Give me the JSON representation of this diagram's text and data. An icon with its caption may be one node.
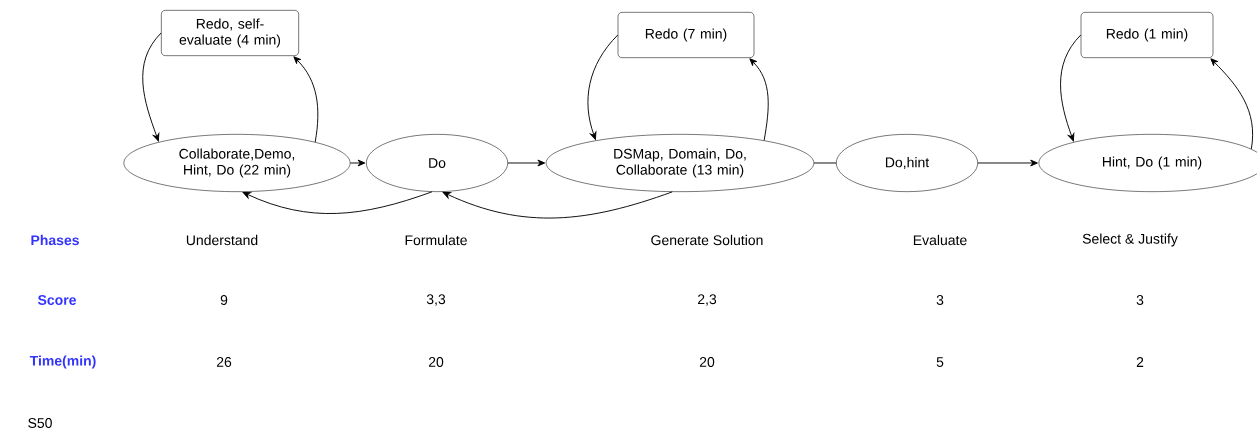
{
  "diagram": {
    "nodes": [
      {
        "text": [
          "Redo, self-evaluate (4 min)"
        ]
      },
      {
        "text": [
          "Collaborate,Demo, Hint, Do (22 min)"
        ]
      },
      {
        "text": [
          "Do"
        ]
      },
      {
        "text": [
          "Redo (7 min)"
        ]
      },
      {
        "text": [
          "DSMap, Domain, Do, Collaborate (13 min)"
        ]
      },
      {
        "text": [
          "Do,hint"
        ]
      },
      {
        "text": [
          "Redo (1 min)"
        ]
      },
      {
        "text": [
          "Hint, Do (1 min)"
        ]
      }
    ],
    "edges": [
      {
        "from": 1,
        "to": 0,
        "arrow": "to"
      },
      {
        "from": 0,
        "to": 1,
        "arrow": "to"
      },
      {
        "from": 1,
        "to": 2,
        "arrow": "to"
      },
      {
        "from": 2,
        "to": 1,
        "arrow": "to"
      },
      {
        "from": 2,
        "to": 4,
        "arrow": "to"
      },
      {
        "from": 4,
        "to": 2,
        "arrow": "to"
      },
      {
        "from": 4,
        "to": 3,
        "arrow": "to"
      },
      {
        "from": 3,
        "to": 4,
        "arrow": "to"
      },
      {
        "from": 4,
        "to": 5,
        "arrow": "none"
      },
      {
        "from": 5,
        "to": 7,
        "arrow": "to"
      },
      {
        "from": 7,
        "to": 6,
        "arrow": "to"
      },
      {
        "from": 6,
        "to": 7,
        "arrow": "to"
      }
    ],
    "labels": [
      "Phases",
      "Understand",
      "Formulate",
      "Generate Solution",
      "Evaluate",
      "Select & Justify",
      "Score",
      "9",
      "3,3",
      "2,3",
      "3",
      "3",
      "Time(min)",
      "26",
      "20",
      "20",
      "5",
      "2",
      "S50"
    ]
  }
}
